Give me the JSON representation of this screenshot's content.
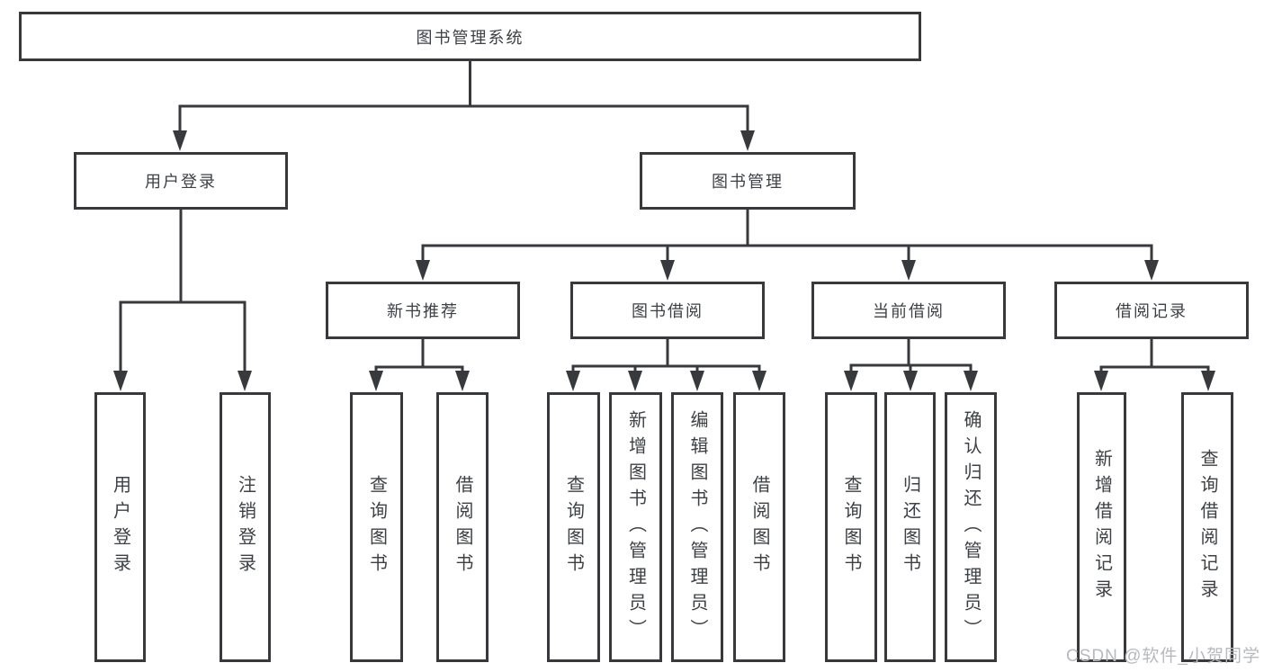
{
  "nodes": {
    "root": {
      "label": "图书管理系统"
    },
    "level2": [
      {
        "label": "用户登录"
      },
      {
        "label": "图书管理"
      }
    ],
    "level3": [
      {
        "label": "新书推荐",
        "parent": "图书管理"
      },
      {
        "label": "图书借阅",
        "parent": "图书管理"
      },
      {
        "label": "当前借阅",
        "parent": "图书管理"
      },
      {
        "label": "借阅记录",
        "parent": "图书管理"
      }
    ],
    "leaves": [
      {
        "label": "用户登录",
        "parent": "用户登录"
      },
      {
        "label": "注销登录",
        "parent": "用户登录"
      },
      {
        "label": "查询图书",
        "parent": "新书推荐"
      },
      {
        "label": "借阅图书",
        "parent": "新书推荐"
      },
      {
        "label": "查询图书",
        "parent": "图书借阅"
      },
      {
        "label": "新增图书（管理员）",
        "parent": "图书借阅"
      },
      {
        "label": "编辑图书（管理员）",
        "parent": "图书借阅"
      },
      {
        "label": "借阅图书",
        "parent": "图书借阅"
      },
      {
        "label": "查询图书",
        "parent": "当前借阅"
      },
      {
        "label": "归还图书",
        "parent": "当前借阅"
      },
      {
        "label": "确认归还（管理员）",
        "parent": "当前借阅"
      },
      {
        "label": "新增借阅记录",
        "parent": "借阅记录"
      },
      {
        "label": "查询借阅记录",
        "parent": "借阅记录"
      }
    ]
  },
  "watermark": {
    "text": "CSDN @软件_小贺同学"
  },
  "colors": {
    "line": "#37393c",
    "text": "#3d4045",
    "background": "#ffffff",
    "watermark": "#b7b9bc"
  }
}
